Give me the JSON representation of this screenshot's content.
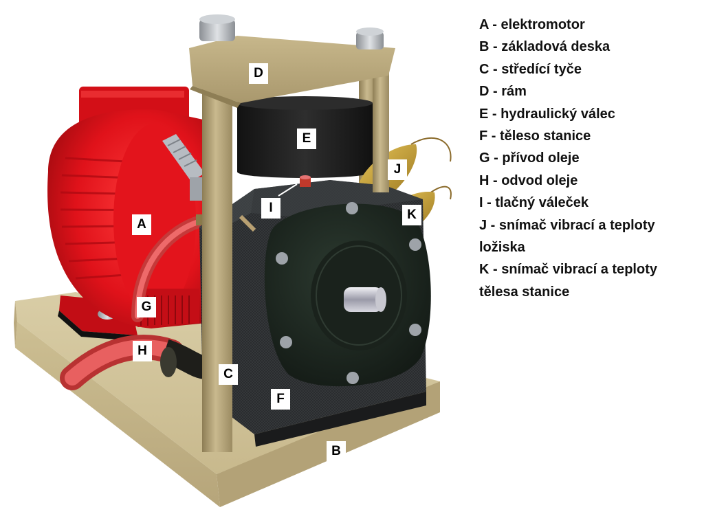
{
  "legend": [
    {
      "key": "A",
      "text": "A - elektromotor"
    },
    {
      "key": "B",
      "text": "B - základová deska"
    },
    {
      "key": "C",
      "text": "C - středící tyče"
    },
    {
      "key": "D",
      "text": "D - rám"
    },
    {
      "key": "E",
      "text": "E - hydraulický válec"
    },
    {
      "key": "F",
      "text": "F - těleso stanice"
    },
    {
      "key": "G",
      "text": "G - přívod oleje"
    },
    {
      "key": "H",
      "text": "H - odvod oleje"
    },
    {
      "key": "I",
      "text": "I - tlačný váleček"
    },
    {
      "key": "J",
      "text": "J - snímač vibrací a teploty"
    },
    {
      "key": "J_cont",
      "text": "ložiska"
    },
    {
      "key": "K",
      "text": "K - snímač vibrací a teploty"
    },
    {
      "key": "K_cont",
      "text": "tělesa stanice"
    }
  ],
  "tags": {
    "A": "A",
    "B": "B",
    "C": "C",
    "D": "D",
    "E": "E",
    "F": "F",
    "G": "G",
    "H": "H",
    "I": "I",
    "J": "J",
    "K": "K"
  },
  "colors": {
    "motor_red": "#e0121a",
    "frame_tan": "#b9a77c",
    "base_tan": "#d2c49a",
    "housing_dark": "#2b2d2f",
    "cover_green": "#1f2a22",
    "cylinder_black": "#1a1a1a",
    "sensor_gold": "#c9a233",
    "hose_red": "#e64b4b"
  }
}
